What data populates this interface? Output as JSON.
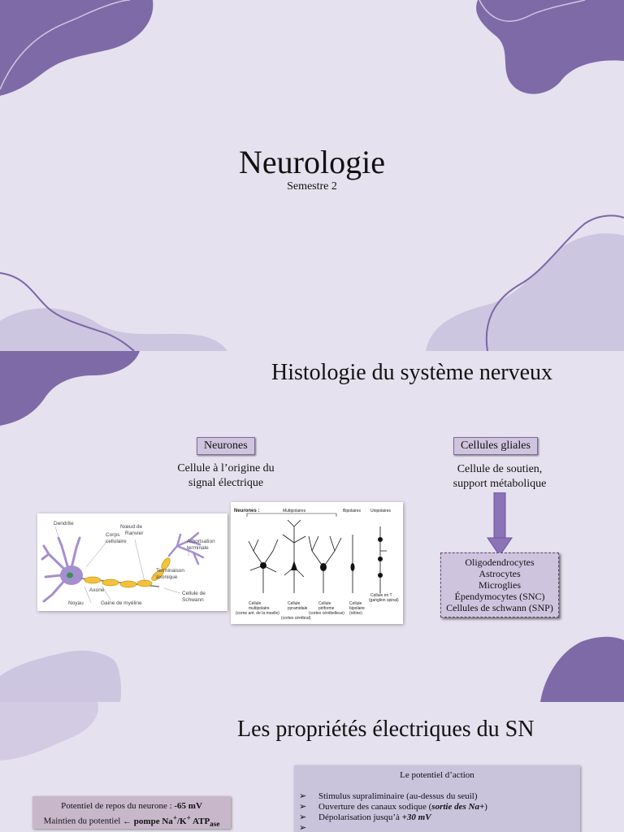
{
  "slide1": {
    "title": "Neurologie",
    "subtitle": "Semestre 2"
  },
  "slide2": {
    "title": "Histologie du système nerveux",
    "neurones": {
      "label": "Neurones",
      "desc1": "Cellule à l’origine du",
      "desc2": "signal électrique"
    },
    "glia": {
      "label": "Cellules gliales",
      "desc1": "Cellule de soutien,",
      "desc2": "support métabolique",
      "types": [
        "Oligodendrocytes",
        "Astrocytes",
        "Microglies",
        "Épendymocytes (SNC)",
        "Cellules de schwann (SNP)"
      ]
    },
    "neuron_diagram": {
      "labels": {
        "dendrite": "Dendrite",
        "corps1": "Corps",
        "corps2": "cellulaire",
        "noeud1": "Nœud de",
        "noeud2": "Ranvier",
        "arbo1": "Arborisation",
        "arbo2": "terminale",
        "axone": "Axone",
        "term1": "Terminaison",
        "term2": "axonique",
        "noyau": "Noyau",
        "gaine": "Gaine de myéline",
        "schwann1": "Cellule de",
        "schwann2": "Schwann"
      }
    },
    "neuron_types": {
      "heading": "Neurones :",
      "multi": "Multipolaires",
      "bi": "Bipolaires",
      "uni": "Unipolaires",
      "c1a": "Cellule",
      "c1b": "multipolaire",
      "c1c": "(corne ant. de la moelle)",
      "c2a": "Cellule",
      "c2b": "pyramidale",
      "c2c": "(cortex cérébral)",
      "c3a": "Cellule",
      "c3b": "piriforme",
      "c3c": "(cortex cérébelleux)",
      "c4a": "Cellule",
      "c4b": "bipolaire",
      "c4c": "(rétine)",
      "c5a": "Cellule en T",
      "c5b": "(ganglion spinal)"
    }
  },
  "slide3": {
    "title": "Les propriétés électriques du SN",
    "rest": {
      "line1_text": "Potentiel de repos du neurone : ",
      "line1_value": "-65 mV",
      "line2_text": "Maintien du potentiel ",
      "line2_arrow": "←",
      "line2_pump": " pompe Na",
      "line2_sup1": "+",
      "line2_sep": "/K",
      "line2_sup2": "+",
      "line2_atp": " ATP",
      "line2_sub": "ase"
    },
    "action_potential": {
      "title": "Le potentiel d’action",
      "marker": "➢",
      "items": [
        {
          "text": "Stimulus supraliminaire (au-dessus du seuil)",
          "em": ""
        },
        {
          "text": "Ouverture des canaux sodique (",
          "em": "sortie des Na+",
          "tail": ")"
        },
        {
          "text": "Dépolarisation jusqu’à ",
          "em": "+30 mV",
          "tail": ""
        },
        {
          "text": "",
          "em": "",
          "tail": ""
        }
      ]
    }
  },
  "colors": {
    "background": "#e6e1ee",
    "accent_dark": "#7f6aa8",
    "accent_light": "#cdc6e0",
    "line": "#7a66a8"
  }
}
